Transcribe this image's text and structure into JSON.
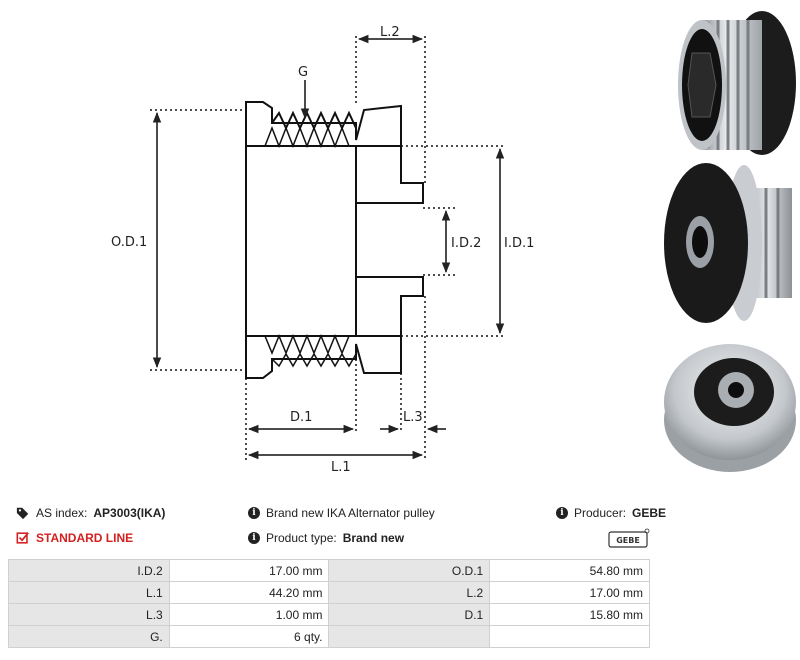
{
  "diagram": {
    "labels": {
      "G": "G",
      "L2": "L.2",
      "OD1": "O.D.1",
      "ID2": "I.D.2",
      "ID1": "I.D.1",
      "D1": "D.1",
      "L3": "L.3",
      "L1": "L.1"
    }
  },
  "photos": [
    {
      "icon": "pulley-photo-side"
    },
    {
      "icon": "pulley-photo-back"
    },
    {
      "icon": "pulley-photo-front"
    }
  ],
  "info": {
    "as_index_label": "AS index:",
    "as_index_value": "AP3003(IKA)",
    "standard_line": "STANDARD LINE",
    "description": "Brand new IKA Alternator pulley",
    "product_type_label": "Product type:",
    "product_type_value": "Brand new",
    "producer_label": "Producer:",
    "producer_value": "GEBE",
    "logo_text": "GEBE",
    "accent_color": "#d42020"
  },
  "specs": [
    [
      "I.D.2",
      "17.00 mm",
      "O.D.1",
      "54.80 mm"
    ],
    [
      "L.1",
      "44.20 mm",
      "L.2",
      "17.00 mm"
    ],
    [
      "L.3",
      "1.00 mm",
      "D.1",
      "15.80 mm"
    ],
    [
      "G.",
      "6 qty.",
      "",
      ""
    ]
  ]
}
